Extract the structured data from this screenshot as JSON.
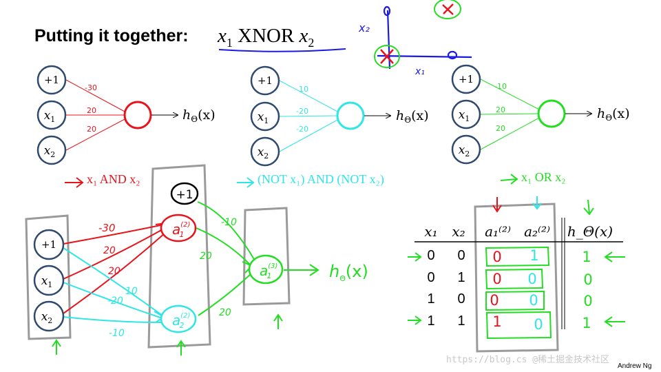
{
  "title": {
    "prefix": "Putting it together:",
    "x1": "x",
    "op": "XNOR",
    "x2": "x"
  },
  "units": [
    {
      "bias_label": "+1",
      "x1_label": "x",
      "x2_label": "x",
      "weights": [
        "-30",
        "20",
        "20"
      ],
      "output_label": "h",
      "output_sub": "Θ",
      "output_arg": "(x)",
      "caption": "x₁ AND x₂",
      "color": "#e8141c"
    },
    {
      "bias_label": "+1",
      "x1_label": "x",
      "x2_label": "x",
      "weights": [
        "10",
        "-20",
        "-20"
      ],
      "output_label": "h",
      "output_sub": "Θ",
      "output_arg": "(x)",
      "caption": "(NOT x₁) AND (NOT x₂)",
      "color": "#2fe6e6"
    },
    {
      "bias_label": "+1",
      "x1_label": "x",
      "x2_label": "x",
      "weights": [
        "-10",
        "20",
        "20"
      ],
      "output_label": "h",
      "output_sub": "Θ",
      "output_arg": "(x)",
      "caption": "x₁ OR x₂",
      "color": "#22dd22"
    }
  ],
  "network": {
    "bias_label": "+1",
    "x1_label": "x",
    "x2_label": "x",
    "hidden_bias_label": "+1",
    "layer1_weights": [
      "-30",
      "20",
      "20",
      "10",
      "-20",
      "-10"
    ],
    "layer2_weights": [
      "-10",
      "20",
      "20"
    ],
    "a1_label": "a",
    "a2_label": "a",
    "a3_label": "a",
    "output_label": "h",
    "output_sub": "Θ",
    "output_arg": "(x)"
  },
  "truth_table": {
    "headers": [
      "x₁",
      "x₂",
      "a₁⁽²⁾",
      "a₂⁽²⁾",
      "h_Θ(x)"
    ],
    "rows": [
      {
        "x1": "0",
        "x2": "0",
        "a1": "0",
        "a2": "1",
        "h": "1"
      },
      {
        "x1": "0",
        "x2": "1",
        "a1": "0",
        "a2": "0",
        "h": "0"
      },
      {
        "x1": "1",
        "x2": "0",
        "a1": "0",
        "a2": "0",
        "h": "0"
      },
      {
        "x1": "1",
        "x2": "1",
        "a1": "1",
        "a2": "0",
        "h": "1"
      }
    ]
  },
  "sketch": {
    "axis_x": "x₁",
    "axis_y": "x₂"
  },
  "footer": "Andrew Ng",
  "watermark": "https://blog.cs @稀土掘金技术社区",
  "colors": {
    "and": "#e8141c",
    "nor": "#2fe6e6",
    "or": "#22dd22",
    "node": "#2f4a6e",
    "sketch": "#1a1ae0"
  }
}
